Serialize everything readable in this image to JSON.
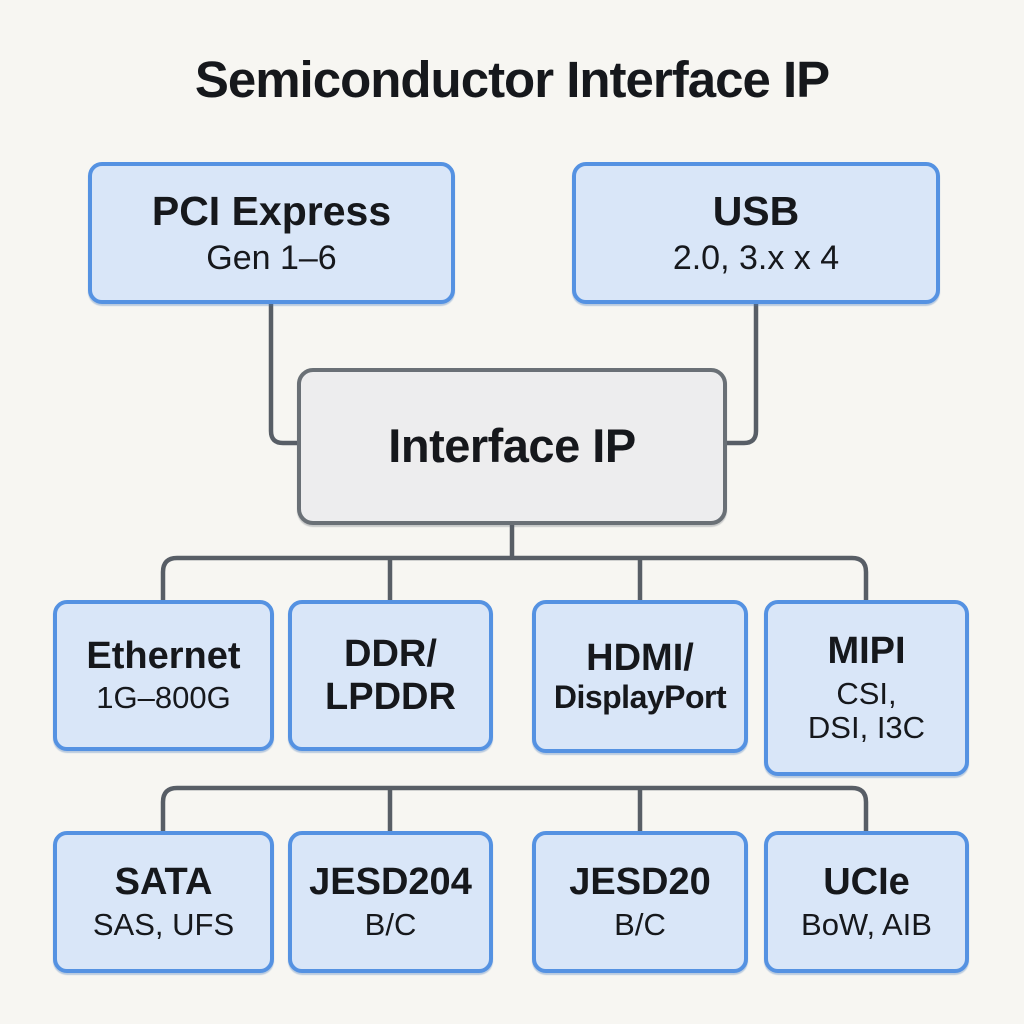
{
  "title": "Semiconductor Interface IP",
  "colors": {
    "background": "#f7f6f2",
    "node_fill": "#d9e6f8",
    "node_border": "#5592e2",
    "hub_fill": "#ededee",
    "hub_border": "#6a7076",
    "connector": "#585e66",
    "text": "#16181c"
  },
  "nodes": {
    "pci": {
      "title": "PCI Express",
      "subtitle": "Gen 1–6"
    },
    "usb": {
      "title": "USB",
      "subtitle": "2.0, 3.x x 4"
    },
    "hub": {
      "title": "Interface IP"
    },
    "ethernet": {
      "title": "Ethernet",
      "subtitle": "1G–800G"
    },
    "ddr": {
      "title": "DDR/",
      "title2": "LPDDR"
    },
    "hdmi": {
      "title": "HDMI/",
      "title2": "DisplayPort"
    },
    "mipi": {
      "title": "MIPI",
      "subtitle": "CSI,",
      "subtitle2": "DSI, I3C"
    },
    "sata": {
      "title": "SATA",
      "subtitle": "SAS, UFS"
    },
    "jesd204": {
      "title": "JESD204",
      "subtitle": "B/C"
    },
    "jesd20": {
      "title": "JESD20",
      "subtitle": "B/C"
    },
    "ucie": {
      "title": "UCIe",
      "subtitle": "BoW, AIB"
    }
  }
}
